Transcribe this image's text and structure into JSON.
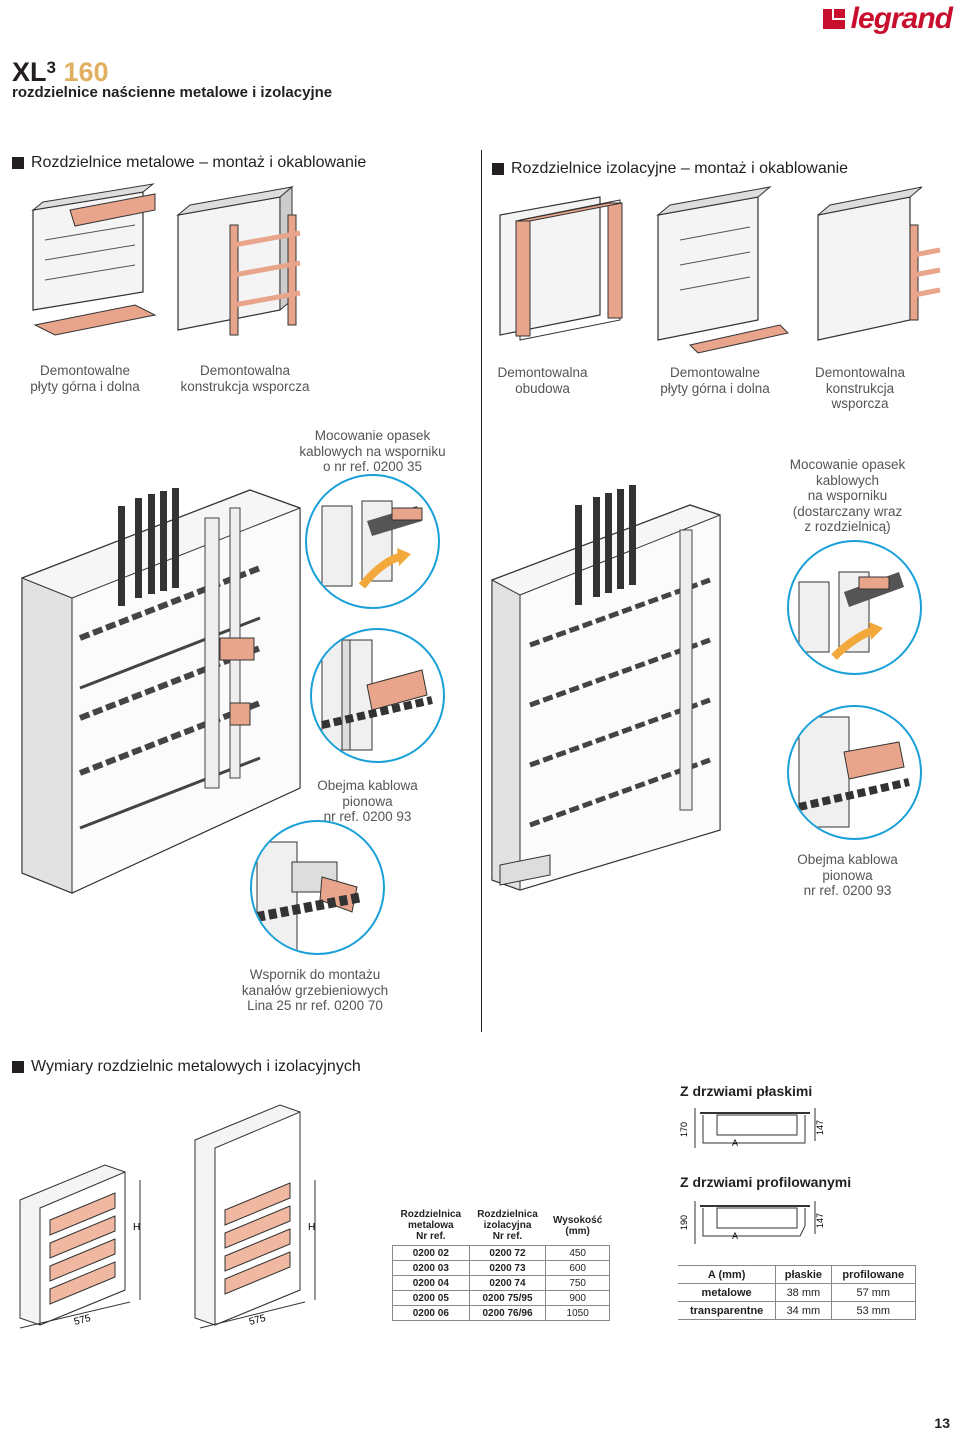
{
  "brand": {
    "name": "legrand"
  },
  "header": {
    "title_prefix": "XL",
    "title_sup": "3",
    "title_num": "160",
    "subtitle": "rozdzielnice naścienne metalowe i izolacyjne"
  },
  "sections": {
    "metal": "Rozdzielnice metalowe – montaż i okablowanie",
    "insul": "Rozdzielnice izolacyjne – montaż i okablowanie",
    "dims": "Wymiary rozdzielnic metalowych i izolacyjnych"
  },
  "captions": {
    "m1": [
      "Demontowalne",
      "płyty górna i dolna"
    ],
    "m2": [
      "Demontowalna",
      "konstrukcja wsporcza"
    ],
    "i1": [
      "Demontowalna",
      "obudowa"
    ],
    "i2": [
      "Demontowalne",
      "płyty górna i dolna"
    ],
    "i3": [
      "Demontowalna",
      "konstrukcja",
      "wsporcza"
    ],
    "m_strap": [
      "Mocowanie opasek",
      "kablowych na wsporniku",
      "o nr ref. 0200 35"
    ],
    "i_strap": [
      "Mocowanie opasek",
      "kablowych",
      "na wsporniku",
      "(dostarczany wraz",
      "z rozdzielnicą)"
    ],
    "m_clamp": [
      "Obejma kablowa",
      "pionowa",
      "nr ref. 0200 93"
    ],
    "i_clamp": [
      "Obejma kablowa",
      "pionowa",
      "nr ref. 0200 93"
    ],
    "m_bracket": [
      "Wspornik do montażu",
      "kanałów grzebieniowych",
      "Lina 25 nr ref. 0200 70"
    ]
  },
  "dims": {
    "flat_doors": "Z drzwiami płaskimi",
    "profiled_doors": "Z drzwiami profilowanymi",
    "flat_left": "170",
    "flat_right": "147",
    "prof_left": "190",
    "prof_right": "147",
    "a_label": "A",
    "h_label": "H",
    "w_label": "575"
  },
  "table1": {
    "headers": [
      [
        "Rozdzielnica",
        "metalowa",
        "Nr ref."
      ],
      [
        "Rozdzielnica",
        "izolacyjna",
        "Nr ref."
      ],
      [
        "Wysokość",
        "(mm)"
      ]
    ],
    "rows": [
      [
        "0200 02",
        "0200 72",
        "450"
      ],
      [
        "0200 03",
        "0200 73",
        "600"
      ],
      [
        "0200 04",
        "0200 74",
        "750"
      ],
      [
        "0200 05",
        "0200 75/95",
        "900"
      ],
      [
        "0200 06",
        "0200 76/96",
        "1050"
      ]
    ]
  },
  "table2": {
    "headers": [
      "A (mm)",
      "płaskie",
      "profilowane"
    ],
    "rows": [
      [
        "metalowe",
        "38 mm",
        "57 mm"
      ],
      [
        "transparentne",
        "34 mm",
        "53 mm"
      ]
    ]
  },
  "page_number": "13"
}
